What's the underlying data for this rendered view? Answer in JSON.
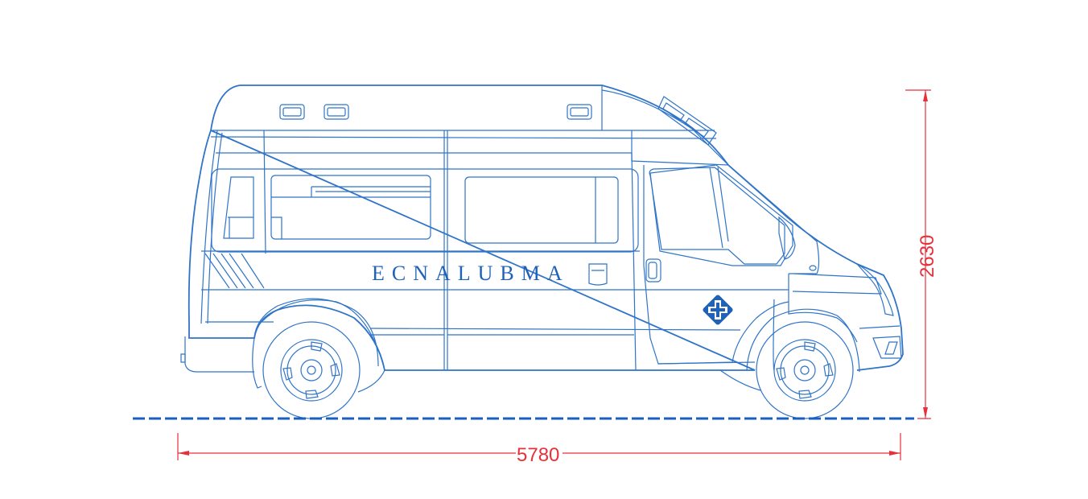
{
  "vehicle": {
    "side_lettering": "ECNALUBMA"
  },
  "dimensions": {
    "height": "2630",
    "length": "5780"
  },
  "colors": {
    "line": "#2f74c8",
    "ground": "#1a5fbf",
    "dimension": "#e8303a"
  },
  "icons": [
    "star-of-life-emblem-icon"
  ]
}
